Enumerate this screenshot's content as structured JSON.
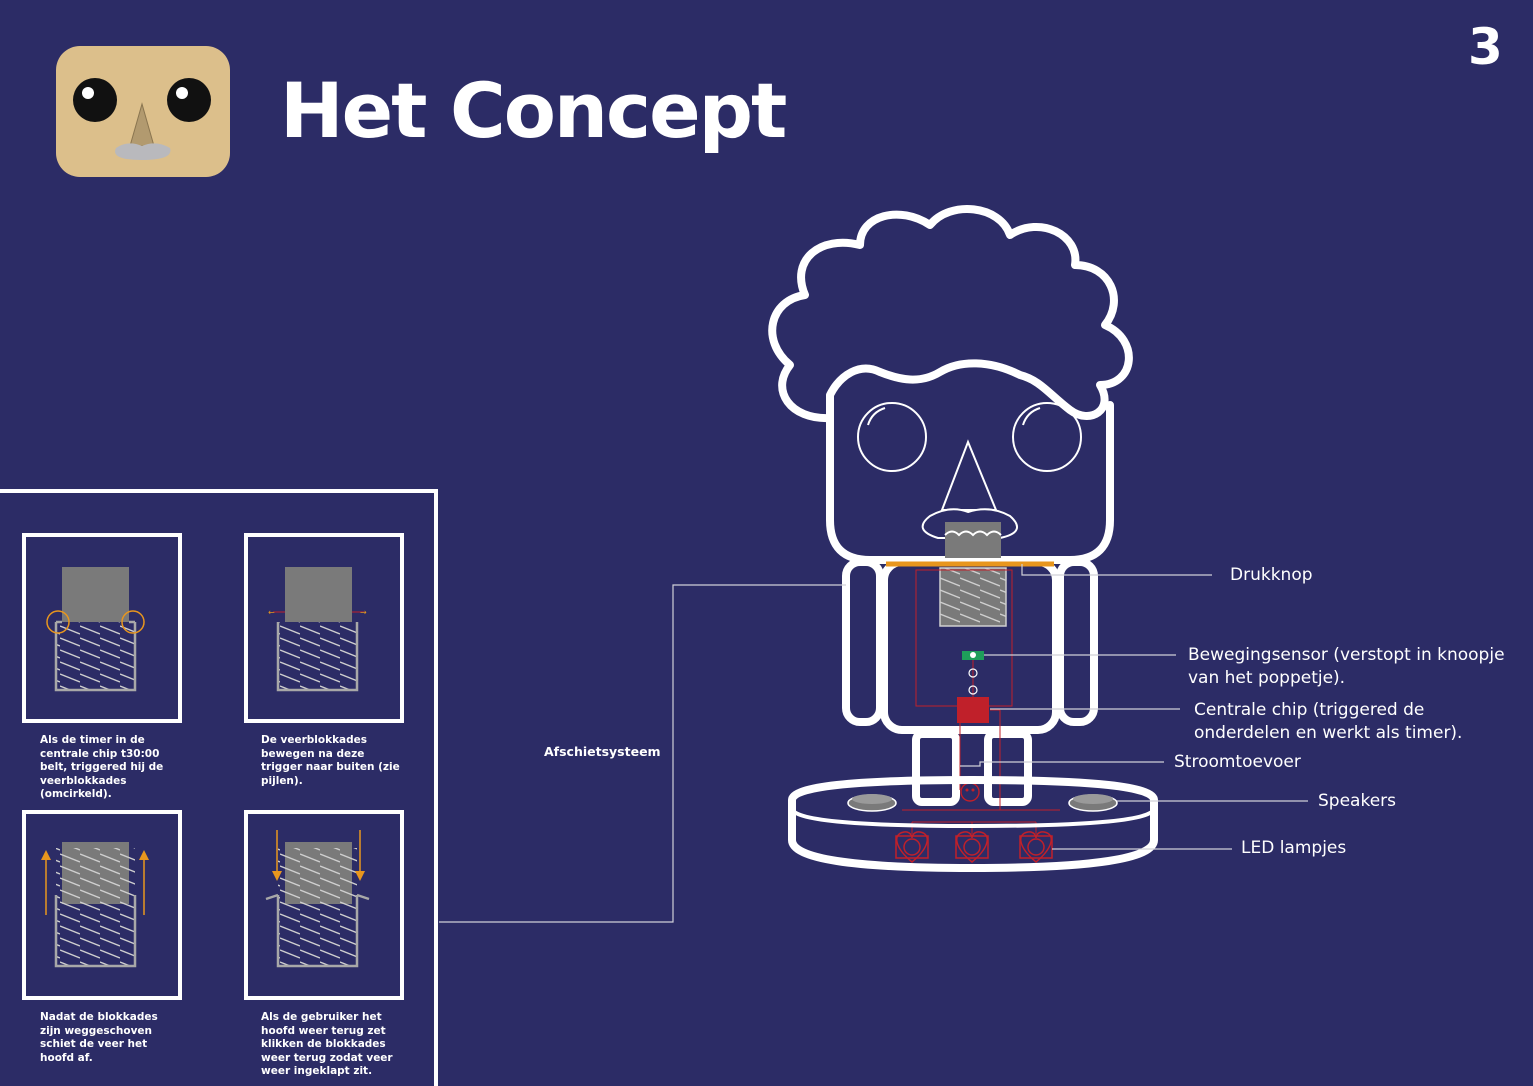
{
  "page_number": "3",
  "title": "Het Concept",
  "labels": {
    "drukknop": "Drukknop",
    "bewegingsensor": "Bewegingsensor (verstopt in knoopje van het poppetje).",
    "centrale_chip": "Centrale chip (triggered de onderdelen en werkt als timer).",
    "stroomtoevoer": "Stroomtoevoer",
    "speakers": "Speakers",
    "led": "LED lampjes",
    "afschietsysteem": "Afschietsysteem"
  },
  "steps": [
    {
      "caption": "Als de timer in de centrale chip t30:00 belt, triggered hij de veerblokkades (omcirkeld)."
    },
    {
      "caption": "De veerblokkades bewegen na deze trigger naar buiten (zie pijlen)."
    },
    {
      "caption": "Nadat de blokkades zijn weggeschoven schiet de veer het hoofd af."
    },
    {
      "caption": "Als de gebruiker het hoofd weer terug zet klikken de blokkades weer terug zodat veer weer ingeklapt zit."
    }
  ],
  "colors": {
    "background": "#2c2c66",
    "logo_bg": "#dcbf8b",
    "accent_orange": "#e8961e",
    "chip_red": "#c0202a",
    "sensor_green": "#1e9e5a"
  },
  "icons": {
    "logo": "cardboard-face-logo"
  }
}
